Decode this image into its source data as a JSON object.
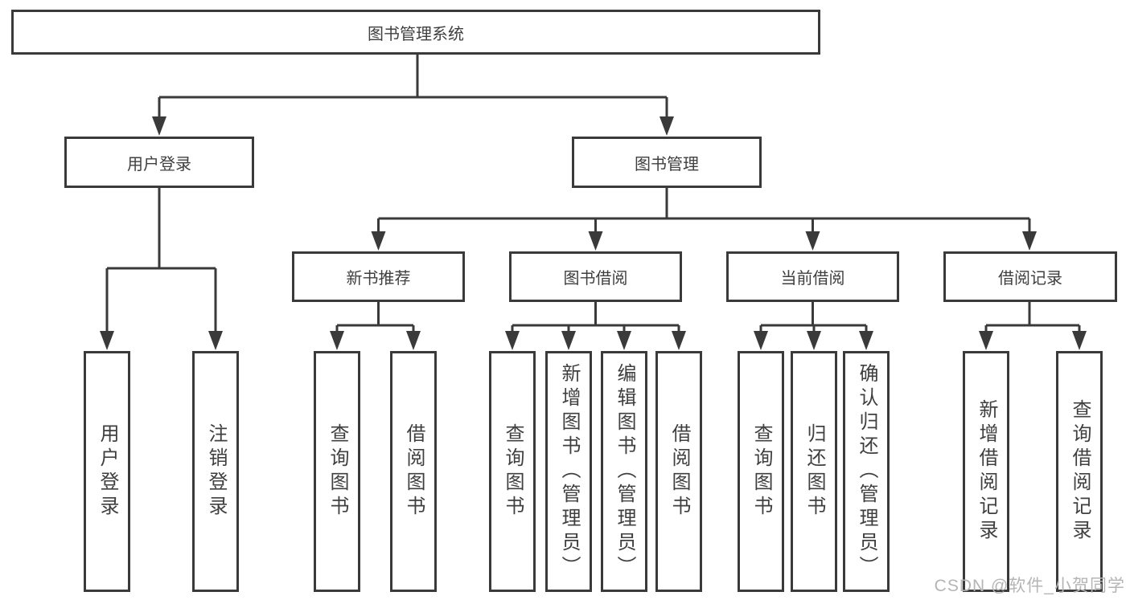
{
  "diagram": {
    "root": {
      "label": "图书管理系统"
    },
    "level2": [
      {
        "label": "用户登录"
      },
      {
        "label": "图书管理"
      }
    ],
    "level3": [
      {
        "label": "新书推荐"
      },
      {
        "label": "图书借阅"
      },
      {
        "label": "当前借阅"
      },
      {
        "label": "借阅记录"
      }
    ],
    "leaves": {
      "user": [
        "用户登录",
        "注销登录"
      ],
      "recommend": [
        "查询图书",
        "借阅图书"
      ],
      "borrow": [
        "查询图书",
        "新增图书（管理员）",
        "编辑图书（管理员）",
        "借阅图书"
      ],
      "current": [
        "查询图书",
        "归还图书",
        "确认归还（管理员）"
      ],
      "records": [
        "新增借阅记录",
        "查询借阅记录"
      ]
    }
  },
  "watermark": {
    "text": "CSDN @软件_小贺同学"
  },
  "colors": {
    "line": "#3a3a3a",
    "text": "#3f3f3f",
    "watermark": "#b5b5b5",
    "background": "#ffffff"
  }
}
